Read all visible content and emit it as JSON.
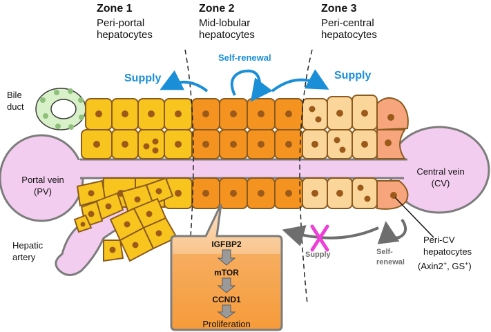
{
  "zones": [
    {
      "title": "Zone 1",
      "line1": "Peri-portal",
      "line2": "hepatocytes"
    },
    {
      "title": "Zone 2",
      "line1": "Mid-lobular",
      "line2": "hepatocytes"
    },
    {
      "title": "Zone 3",
      "line1": "Peri-central",
      "line2": "hepatocytes"
    }
  ],
  "labels": {
    "self_renewal_top": "Self-renewal",
    "supply_left": "Supply",
    "supply_right": "Supply",
    "bile_duct_1": "Bile",
    "bile_duct_2": "duct",
    "portal_vein_1": "Portal vein",
    "portal_vein_2": "(PV)",
    "central_vein_1": "Central vein",
    "central_vein_2": "(CV)",
    "hepatic_artery_1": "Hepatic",
    "hepatic_artery_2": "artery",
    "supply_blocked": "Supply",
    "self_renewal_bottom_1": "Self-",
    "self_renewal_bottom_2": "renewal",
    "peri_cv_1": "Peri-CV",
    "peri_cv_2": "hepatocytes",
    "peri_cv_3": "(Axin2",
    "peri_cv_sup1": "+",
    "peri_cv_4": ", GS",
    "peri_cv_sup2": "+",
    "peri_cv_5": ")"
  },
  "pathway": [
    "IGFBP2",
    "mTOR",
    "CCND1",
    "Proliferation"
  ],
  "colors": {
    "zone1_cell": "#f7c51e",
    "zone2_cell": "#f4931f",
    "zone3_cell": "#fbd69a",
    "peri_cv_cell": "#f7a57c",
    "nucleus": "#9b5a1a",
    "cell_border": "#8b5a1e",
    "vessel": "#f3cdef",
    "vessel_border": "#7c7c7c",
    "bile": "#d8f1c9",
    "blue_arrow": "#1a8fd8",
    "grey_arrow": "#6e6e6e",
    "cross": "#ee3fd6"
  }
}
